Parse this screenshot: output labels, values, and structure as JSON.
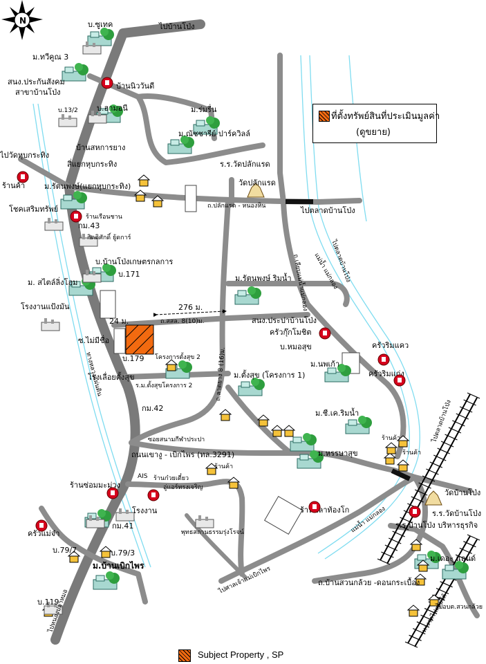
{
  "compass": {
    "letter": "N"
  },
  "legend": {
    "title": "ที่ตั้งทรัพย์สินที่ประเมินมูลค่า",
    "subtitle": "(ดูขยาย)"
  },
  "bottom_legend": {
    "text": "Subject    Property , SP"
  },
  "colors": {
    "road": "#8c8c8c",
    "river": "#7fdcf0",
    "subject": "#f26a10",
    "pin": "#d6001c",
    "house": "#f5c23a"
  },
  "labels": {
    "bo_suthek": "บ.ซูเทค",
    "to_ban_pong_top": "ไปบ้านโป่ง",
    "m_thawikhun3": "ม.ทวีคูณ 3",
    "insurance_office": "สนง.ประกันสังคม",
    "insurance_branch": "สาขาบ้านโป่ง",
    "ban_niwan_dee": "บ้านนิววันดี",
    "bo_13_2": "บ.13/2",
    "bo_hammonee": "บ.ฮามอนี",
    "m_romruen": "ม.ร่มรื่น",
    "m_natcharee": "ม.ณัชชารีย์ ปาร์ควิลล์",
    "ban_sahakarn": "บ้านสหการยาง",
    "to_wat_hup": "ไปวัดหุบกระทิง",
    "intersection": "สี่แยกหุบกระทิง",
    "shop_left": "ร้านค้า",
    "m_rattanaphong_hup": "ม.รัตนพงษ์(แยกหุบกระทิง)",
    "school_wat_plak": "ร.ร.วัดปลักแรด",
    "wat_plak": "วัดปลักแรด",
    "road_plak": "ถ.ปลักแรด - หนองหิน",
    "to_talad_right": "ไปตลาดบ้านโป่ง",
    "showroom": "โชคเสริมทรัพย์",
    "shop_ruen": "ร้านเรือนชาน",
    "km43": "กม.43",
    "kitisak": "กิตติศักดิ์ ยู้ดการ์",
    "ban_pong_kaset": "บ.บ้านโป่งเกษตรกลการ",
    "bo_171": "บ.171",
    "m_stylish": "ม. สไตล์ลิ่งโฮม",
    "factory_flour": "โรงงานแป้งมัน",
    "m_rattanaphong_river": "ม.รัตนพงษ์ ริมน้ำ",
    "to_talad_diag": "ไปตลาดบ้านโป่ง",
    "river_maeklong": "แม่น้ำ แม่กลอง",
    "road_riverside": "ถ.เลียบแม่น้ำแม่กลอง",
    "dist_276": "276 ม.",
    "dist_24": "24 ม.",
    "road_soi8": "ถ.สสล. 8(10)ม.",
    "water_office": "สนง.ประปาบ้านโป่ง",
    "kitchen_khun": "ครัวกุ๊กโมชิต",
    "clinic": "บ.หมอสุข",
    "kitchen_rim": "ครัวริมแคว",
    "m_nopphaka": "ม.นพเก้า",
    "kitchen_mae": "ครัวริมแก่ง",
    "mai_chue": "ซ.ไม่มีชื่อ",
    "bo_179": "บ.179",
    "tangsuk2": "โครงการตั้งสุข 2",
    "sawmill": "โรงเลื่อยตั้งสุข",
    "soi_tangsuk2": "ร.ม.ตั้งสุขโครงการ 2",
    "road_latyang": "ถ.ลาดยาง 8 (16)ม.",
    "m_tangsuk1": "ม.ตั้งสุข (โครงการ 1)",
    "km42": "กม.42",
    "highway_label": "ทางหลวงแผ่นดิน",
    "soi_sanam": "ซอยสนามกีฬาประปา",
    "m_chikhem": "ม.ชี.เค.ริมน้ำ",
    "shop_a": "ร้านค้า",
    "shop_b": "ร้านค้า",
    "to_talad_far": "ไปตลาดบ้านโป่ง",
    "road_main_title": "ถนนเขางู - เบิกไพร (ทล.3291)",
    "m_harasuk": "ม.หรรษาสุข",
    "shop_c": "ร้านค้า",
    "ais": "AIS",
    "shop_noodle": "ร้านก๋วยเตี๋ยว",
    "auto_service": "อู่แอร์ทรงเจริญ",
    "shop_mamuang": "ร้านซ่อมมะม่วง",
    "factory": "โรงงาน",
    "km41": "กม.41",
    "buddhist": "พุทธสถานธรรมรุ่งโรจน์",
    "shop_pla": "ร้านปลาท้องโก",
    "wat_banpong": "วัดบ้านโป่ง",
    "school_wat_banpong": "ร.ร.วัดบ้านโป่ง",
    "school_business": "ร.ร.บ้านโป่ง บริหารธุรกิจ",
    "kitchen_maejam": "ครัวแม่จ๋า",
    "bo_79_7": "บ.79/7",
    "bo_79_3": "บ.79/3",
    "m_ban_boek": "ม.บ้านเบิกไพร",
    "to_kanchana": "ไปศาลเจ้าแม่เบิกไพร",
    "m_lake": "ม.เดอะ แลนด์",
    "road_suan": "ถ.บ้านสวนกล้วย -ดอนกระเบื้อง",
    "to_nong_pla": "ไปหนองปลาหมอ",
    "bo_119": "บ.119",
    "to_suan_kluai": "ไปอบต.สวนกล้วย",
    "rail_label": "ทางรถไฟสายใต้"
  }
}
